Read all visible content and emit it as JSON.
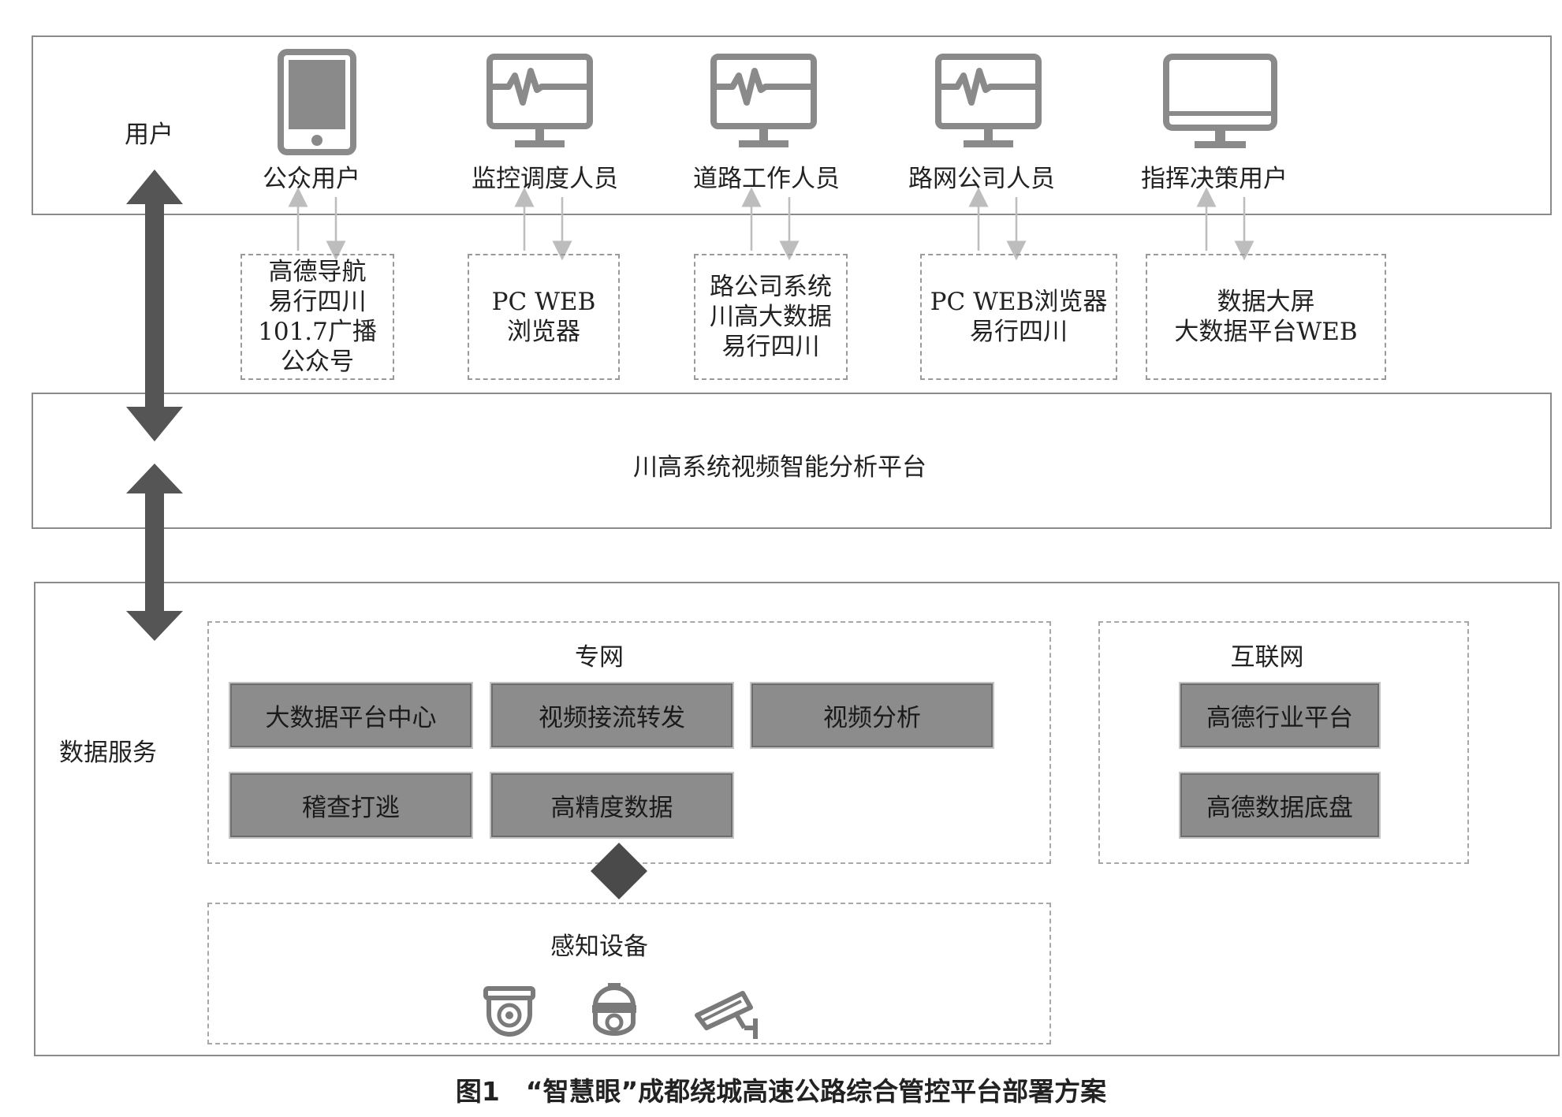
{
  "users_section": {
    "title": "用户",
    "users": [
      {
        "label": "公众用户",
        "icon": "smartphone-icon",
        "channels": [
          "高德导航",
          "易行四川",
          "101.7广播",
          "公众号"
        ]
      },
      {
        "label": "监控调度人员",
        "icon": "monitor-pulse-icon",
        "channels": [
          "PC WEB",
          "浏览器"
        ]
      },
      {
        "label": "道路工作人员",
        "icon": "monitor-pulse-icon",
        "channels": [
          "路公司系统",
          "川高大数据",
          "易行四川"
        ]
      },
      {
        "label": "路网公司人员",
        "icon": "monitor-pulse-icon",
        "channels": [
          "PC WEB浏览器",
          "易行四川"
        ]
      },
      {
        "label": "指挥决策用户",
        "icon": "monitor-icon",
        "channels": [
          "数据大屏",
          "大数据平台WEB"
        ]
      }
    ]
  },
  "platform": {
    "title": "川高系统视频智能分析平台"
  },
  "data_services": {
    "title": "数据服务",
    "private_network": {
      "title": "专网",
      "modules": [
        "大数据平台中心",
        "视频接流转发",
        "视频分析",
        "稽查打逃",
        "高精度数据"
      ]
    },
    "internet": {
      "title": "互联网",
      "modules": [
        "高德行业平台",
        "高德数据底盘"
      ]
    },
    "sensing": {
      "title": "感知设备",
      "devices": [
        "dome-camera-icon",
        "ptz-camera-icon",
        "bullet-camera-icon"
      ]
    }
  },
  "caption": "图1　“智慧眼”成都绕城高速公路综合管控平台部署方案",
  "colors": {
    "border": "#8a8a8a",
    "module_fill": "#8c8c8c",
    "icon": "#8a8a8a",
    "arrow": "#555555"
  }
}
